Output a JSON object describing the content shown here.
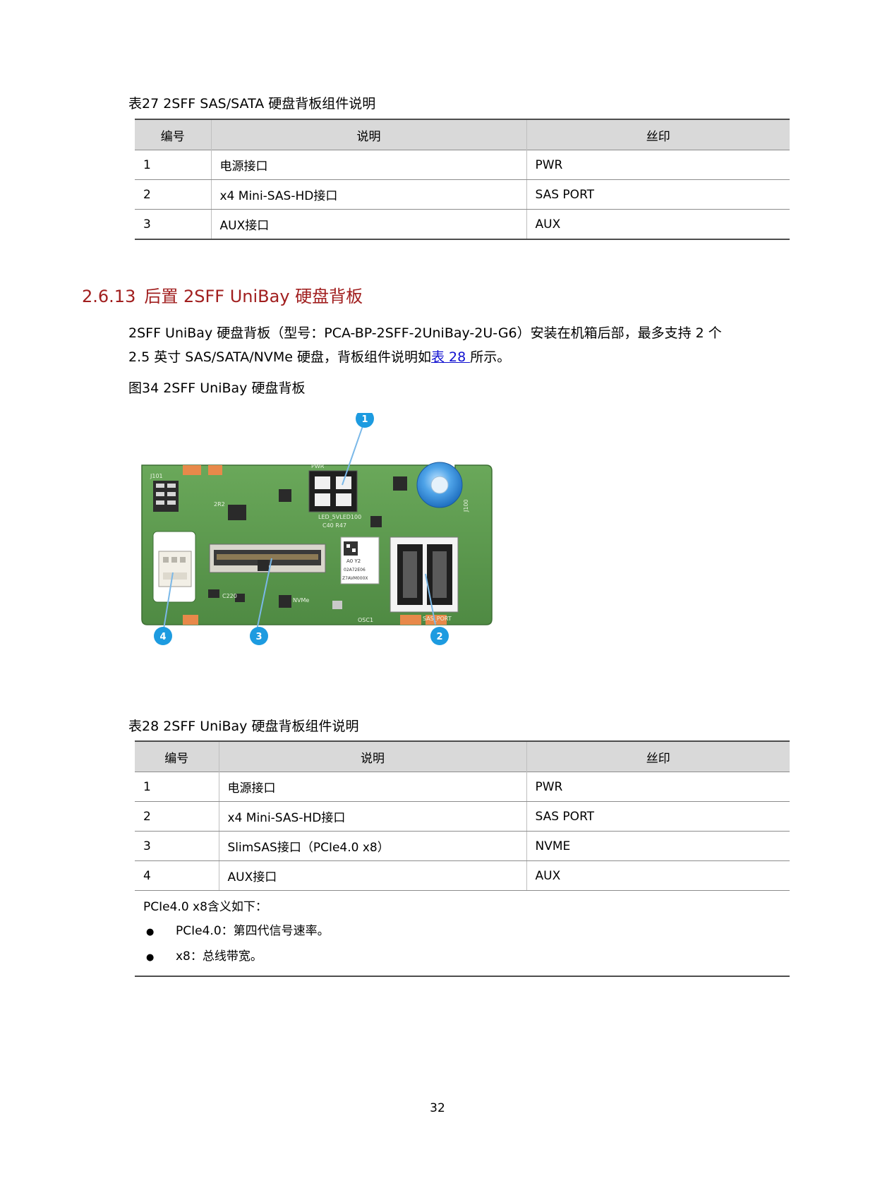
{
  "table27": {
    "caption": "表27 2SFF SAS/SATA 硬盘背板组件说明",
    "headers": [
      "编号",
      "说明",
      "丝印"
    ],
    "rows": [
      [
        "1",
        "电源接口",
        "PWR"
      ],
      [
        "2",
        "x4 Mini-SAS-HD接口",
        "SAS PORT"
      ],
      [
        "3",
        "AUX接口",
        "AUX"
      ]
    ]
  },
  "section": {
    "number": "2.6.13",
    "title": "后置 2SFF UniBay 硬盘背板"
  },
  "paragraph": {
    "line1": "2SFF UniBay 硬盘背板（型号：PCA-BP-2SFF-2UniBay-2U-G6）安装在机箱后部，最多支持 2 个",
    "line2_pre": "2.5 英寸 SAS/SATA/NVMe 硬盘，背板组件说明如",
    "line2_link": "表 28 ",
    "line2_post": "所示。"
  },
  "figure": {
    "caption": "图34 2SFF UniBay 硬盘背板",
    "callouts": [
      "1",
      "2",
      "3",
      "4"
    ],
    "silkscreen": [
      "J101",
      "PWR",
      "SAS_PORT",
      "NVMe",
      "OSC1",
      "C220",
      "LED_5VLED100",
      "C40",
      "R47",
      "J100",
      "2R2"
    ],
    "label_text": [
      "A0",
      "Y2",
      "02A72E06",
      "Z7AVM000X"
    ]
  },
  "table28": {
    "caption": "表28 2SFF UniBay 硬盘背板组件说明",
    "headers": [
      "编号",
      "说明",
      "丝印"
    ],
    "rows": [
      [
        "1",
        "电源接口",
        "PWR"
      ],
      [
        "2",
        "x4 Mini-SAS-HD接口",
        "SAS PORT"
      ],
      [
        "3",
        "SlimSAS接口（PCIe4.0 x8）",
        "NVME"
      ],
      [
        "4",
        "AUX接口",
        "AUX"
      ]
    ],
    "note_intro": "PCIe4.0 x8含义如下：",
    "bullets": [
      "PCIe4.0：第四代信号速率。",
      "x8：总线带宽。"
    ],
    "bullet_symbol": "●"
  },
  "page_number": "32",
  "colors": {
    "heading": "#a11f1f",
    "link": "#1010d0",
    "header_bg": "#d9d9d9",
    "pcb_green": "#5c9a4e",
    "callout_blue": "#1d9be0"
  }
}
